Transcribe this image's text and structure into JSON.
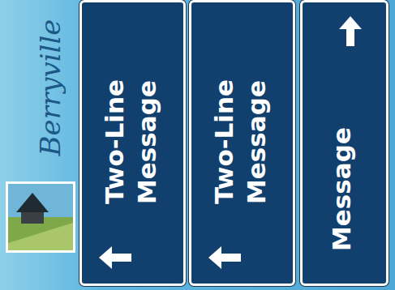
{
  "diagram": {
    "nodes": [
      {
        "text": [
          "Berryville"
        ]
      },
      {
        "text": [
          "Two-Line Message"
        ],
        "in": 0
      },
      {
        "text": [
          "Two-Line Message"
        ],
        "in": 0
      },
      {
        "text": [
          "Message"
        ],
        "in": 0
      }
    ]
  }
}
